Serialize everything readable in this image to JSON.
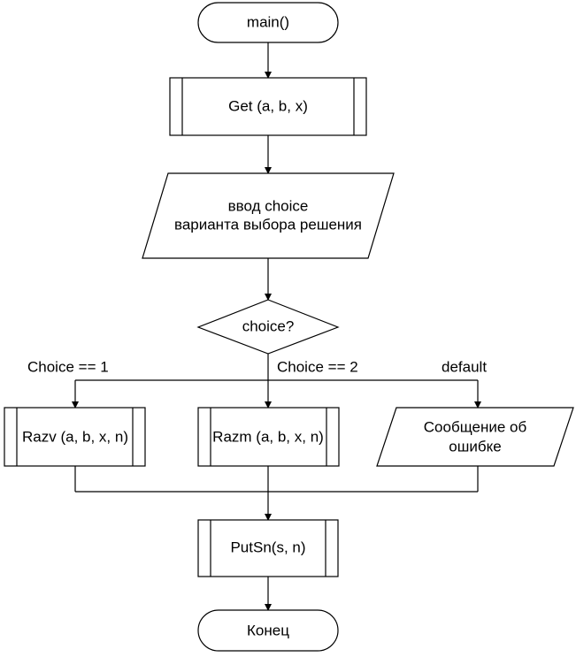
{
  "flowchart": {
    "start_label": "main()",
    "get_label": "Get (a, b, x)",
    "input_line1": "ввод  choice",
    "input_line2": "варианта выбора решения",
    "decision_label": "choice?",
    "branch1_label": "Choice == 1",
    "branch2_label": "Choice == 2",
    "branch3_label": "default",
    "razv_label": "Razv (a, b, x, n)",
    "razm_label": "Razm (a, b, x, n)",
    "error_line1": "Сообщение об",
    "error_line2": "ошибке",
    "putsn_label": "PutSn(s, n)",
    "end_label": "Конец"
  }
}
